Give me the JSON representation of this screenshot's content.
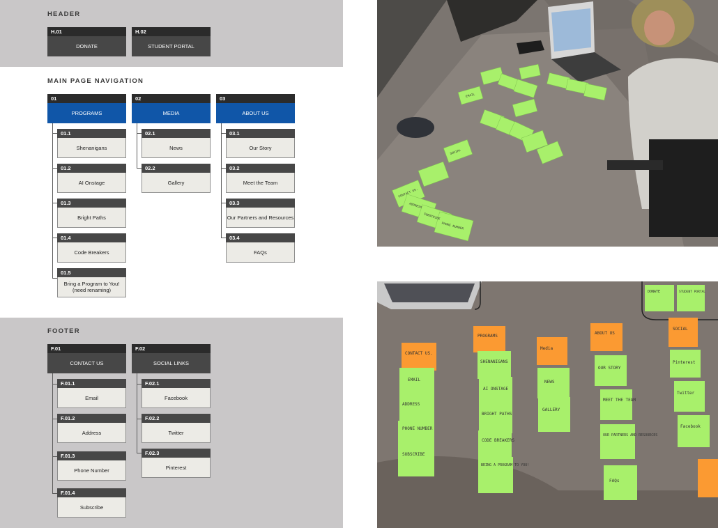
{
  "header": {
    "title": "HEADER",
    "cards": [
      {
        "code": "H.01",
        "label": "DONATE"
      },
      {
        "code": "H.02",
        "label": "STUDENT PORTAL"
      }
    ]
  },
  "main_nav": {
    "title": "MAIN PAGE NAVIGATION",
    "columns": [
      {
        "code": "01",
        "label": "PROGRAMS",
        "items": [
          {
            "code": "01.1",
            "label": "Shenanigans"
          },
          {
            "code": "01.2",
            "label": "AI Onstage"
          },
          {
            "code": "01.3",
            "label": "Bright Paths"
          },
          {
            "code": "01.4",
            "label": "Code Breakers"
          },
          {
            "code": "01.5",
            "label": "Bring a Program to You! (need renaming)"
          }
        ]
      },
      {
        "code": "02",
        "label": "MEDIA",
        "items": [
          {
            "code": "02.1",
            "label": "News"
          },
          {
            "code": "02.2",
            "label": "Gallery"
          }
        ]
      },
      {
        "code": "03",
        "label": "ABOUT US",
        "items": [
          {
            "code": "03.1",
            "label": "Our Story"
          },
          {
            "code": "03.2",
            "label": "Meet the Team"
          },
          {
            "code": "03.3",
            "label": "Our Partners and Resources"
          },
          {
            "code": "03.4",
            "label": "FAQs"
          }
        ]
      }
    ]
  },
  "footer": {
    "title": "FOOTER",
    "columns": [
      {
        "code": "F.01",
        "label": "CONTACT US",
        "items": [
          {
            "code": "F.01.1",
            "label": "Email"
          },
          {
            "code": "F.01.2",
            "label": "Address"
          },
          {
            "code": "F.01.3",
            "label": "Phone Number"
          },
          {
            "code": "F.01.4",
            "label": "Subscribe"
          }
        ]
      },
      {
        "code": "F.02",
        "label": "SOCIAL LINKS",
        "items": [
          {
            "code": "F.02.1",
            "label": "Facebook"
          },
          {
            "code": "F.02.2",
            "label": "Twitter"
          },
          {
            "code": "F.02.3",
            "label": "Pinterest"
          }
        ]
      }
    ]
  },
  "colors": {
    "band": "#c9c7c8",
    "nav_blue": "#1056a8",
    "card_dark": "#474747",
    "card_header": "#2b2b2b",
    "card_light": "#ecebe6",
    "sticky_green": "#a8f06b",
    "sticky_orange": "#fb9a32"
  },
  "photos": {
    "top": {
      "icon": "photo-person-with-sticky-notes"
    },
    "bottom": {
      "icon": "photo-sticky-note-card-sort"
    },
    "notes": {
      "b_contact": "CONTACT US.",
      "b_email": "EMAIL",
      "b_address": "ADDRESS",
      "b_phone": "PHONE NUMBER",
      "b_subscribe": "SUBSCRIBE",
      "b_programs": "PROGRAMS",
      "b_shen": "SHENANIGANS",
      "b_ai": "AI ONSTAGE",
      "b_bright": "BRIGHT PATHS",
      "b_code": "CODE BREAKERS",
      "b_bring": "BRING A PROGRAM TO YOU!",
      "b_media": "Media",
      "b_news": "NEWS",
      "b_gallery": "GALLERY",
      "b_about": "ABOUT US",
      "b_story": "OUR STORY",
      "b_team": "MEET THE TEAM",
      "b_partners": "OUR PARTNERS AND RESOURCES",
      "b_faqs": "FAQs",
      "b_donate": "DONATE",
      "b_portal": "STUDENT PORTAL",
      "b_social": "SOCIAL",
      "b_pin": "Pinterest",
      "b_tw": "Twitter",
      "b_fb": "Facebook",
      "t_email": "EMAIL",
      "t_contact": "CONTACT US.",
      "t_address": "ADDRESS",
      "t_subscribe": "SUBSCRIBE",
      "t_phone": "PHONE NUMBER",
      "t_social": "SOCIAL"
    }
  }
}
